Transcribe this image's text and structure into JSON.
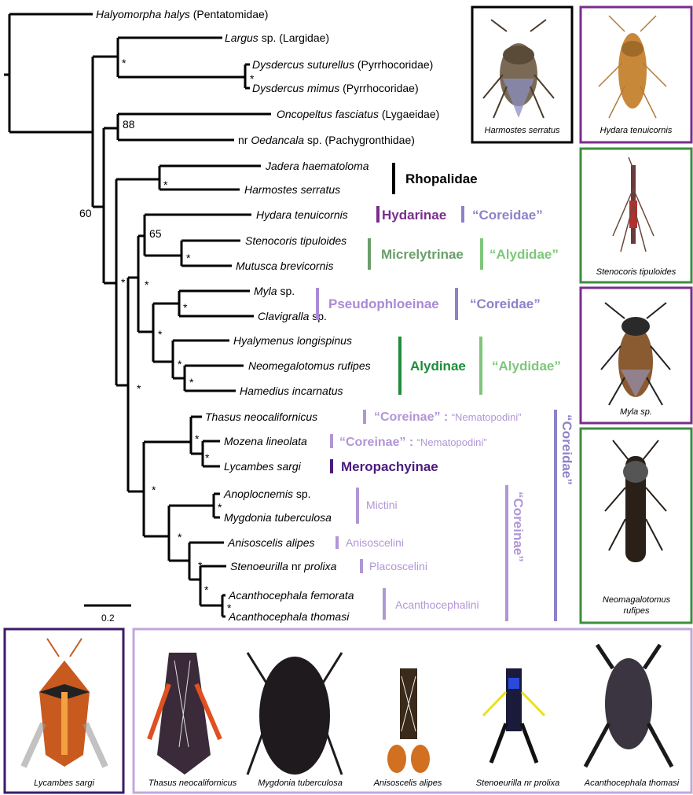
{
  "colors": {
    "black": "#000000",
    "hydarinae": "#7a2d8c",
    "micrelytrinae": "#6a9e6a",
    "alydidae_light": "#7ec77a",
    "alydinae": "#1e8c3a",
    "pseudophloeinae": "#a98ad6",
    "coreidae_label": "#8b82c9",
    "coreinae": "#b196d6",
    "meropachyinae": "#4b1a7c",
    "coreidae_bar": "#8b82c9",
    "frame_green": "#3e8e3e",
    "frame_purple": "#7a2d8c",
    "frame_dark_purple": "#3b1a6a",
    "frame_light_purple": "#c3a7dc"
  },
  "taxa": [
    {
      "genus": "Halyomorpha halys",
      "rest": " (Pentatomidae)"
    },
    {
      "genus": "Largus",
      "rest": " sp. (Largidae)"
    },
    {
      "genus": "Dysdercus suturellus",
      "rest": " (Pyrrhocoridae)"
    },
    {
      "genus": "Dysdercus mimus",
      "rest": " (Pyrrhocoridae)"
    },
    {
      "genus": "Oncopeltus fasciatus",
      "rest": " (Lygaeidae)"
    },
    {
      "pre": "nr ",
      "genus": "Oedancala",
      "rest": " sp. (Pachygronthidae)"
    },
    {
      "genus": "Jadera haematoloma",
      "rest": ""
    },
    {
      "genus": "Harmostes serratus",
      "rest": ""
    },
    {
      "genus": "Hydara tenuicornis",
      "rest": ""
    },
    {
      "genus": "Stenocoris tipuloides",
      "rest": ""
    },
    {
      "genus": "Mutusca brevicornis",
      "rest": ""
    },
    {
      "genus": "Myla",
      "rest": " sp."
    },
    {
      "genus": "Clavigralla",
      "rest": " sp."
    },
    {
      "genus": "Hyalymenus longispinus",
      "rest": ""
    },
    {
      "genus": "Neomegalotomus rufipes",
      "rest": ""
    },
    {
      "genus": "Hamedius incarnatus",
      "rest": ""
    },
    {
      "genus": "Thasus neocalifornicus",
      "rest": ""
    },
    {
      "genus": "Mozena lineolata",
      "rest": ""
    },
    {
      "genus": "Lycambes sargi",
      "rest": ""
    },
    {
      "genus": "Anoplocnemis",
      "rest": " sp."
    },
    {
      "genus": "Mygdonia tuberculosa",
      "rest": ""
    },
    {
      "genus": "Anisoscelis alipes",
      "rest": ""
    },
    {
      "genus": "Stenoeurilla",
      "rest": " nr ",
      "genus2": "prolixa"
    },
    {
      "genus": "Acanthocephala femorata",
      "rest": ""
    },
    {
      "genus": "Acanthocephala thomasi",
      "rest": ""
    }
  ],
  "support": {
    "star": "*",
    "v88": "88",
    "v60": "60",
    "v65": "65"
  },
  "groups": {
    "rhopalidae": "Rhopalidae",
    "hydarinae": "Hydarinae",
    "coreidae_q": "“Coreidae”",
    "micrelytrinae": "Micrelytrinae",
    "alydidae_q": "“Alydidae”",
    "pseudophloeinae": "Pseudophloeinae",
    "alydinae": "Alydinae",
    "coreinae_q": "“Coreinae”",
    "nematopodini_q": "“Nematopodini”",
    "colon": " : ",
    "meropachyinae": "Meropachyinae",
    "mictini": "Mictini",
    "anisoscelini": "Anisoscelini",
    "placoscelini": "Placoscelini",
    "acanthocephalini": "Acanthocephalini"
  },
  "scale": {
    "label": "0.2"
  },
  "photos": {
    "harmostes": {
      "caption": "Harmostes serratus"
    },
    "hydara": {
      "caption": "Hydara tenuicornis"
    },
    "stenocoris": {
      "caption": "Stenocoris tipuloides"
    },
    "myla": {
      "caption": "Myla sp."
    },
    "neomegalotomus": {
      "caption": "Neomagalotomus rufipes"
    },
    "lycambes": {
      "caption": "Lycambes sargi"
    },
    "thasus": {
      "caption": "Thasus neocalifornicus"
    },
    "mygdonia": {
      "caption": "Mygdonia tuberculosa"
    },
    "anisoscelis": {
      "caption": "Anisoscelis alipes"
    },
    "stenoeurilla": {
      "caption": "Stenoeurilla nr prolixa"
    },
    "acanthocephala": {
      "caption": "Acanthocephala thomasi"
    }
  }
}
